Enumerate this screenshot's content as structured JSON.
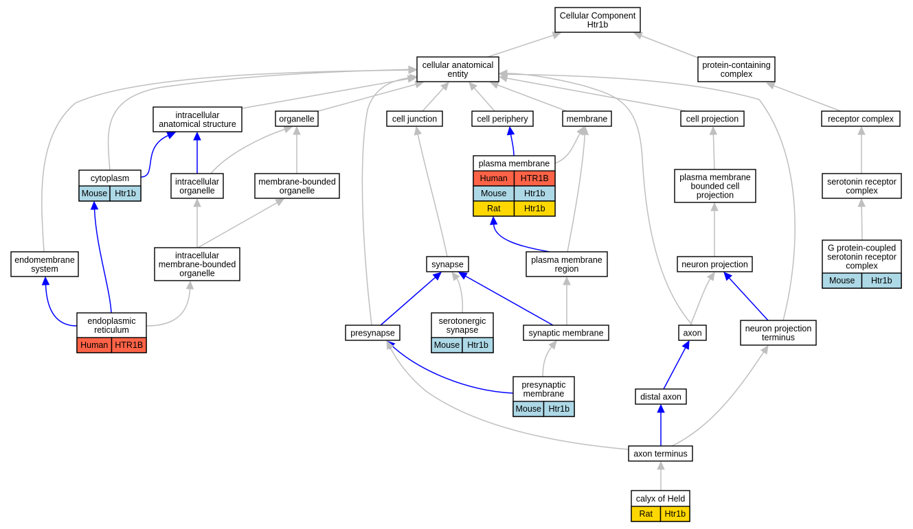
{
  "colors": {
    "edge_default": "#bfbfbf",
    "edge_highlight": "#0000ff",
    "Human": "#ff6347",
    "Mouse": "#add8e6",
    "Rat": "#ffd700"
  },
  "nodes": [
    {
      "id": "cellular_component",
      "lines": [
        "Cellular Component",
        "Htr1b"
      ],
      "rows": []
    },
    {
      "id": "cellular_anatomical_entity",
      "lines": [
        "cellular anatomical",
        "entity"
      ],
      "rows": []
    },
    {
      "id": "protein_containing_complex",
      "lines": [
        "protein-containing",
        "complex"
      ],
      "rows": []
    },
    {
      "id": "intracellular_anatomical_structure",
      "lines": [
        "intracellular",
        "anatomical structure"
      ],
      "rows": []
    },
    {
      "id": "organelle",
      "lines": [
        "organelle"
      ],
      "rows": []
    },
    {
      "id": "cell_junction",
      "lines": [
        "cell junction"
      ],
      "rows": []
    },
    {
      "id": "cell_periphery",
      "lines": [
        "cell periphery"
      ],
      "rows": []
    },
    {
      "id": "membrane",
      "lines": [
        "membrane"
      ],
      "rows": []
    },
    {
      "id": "cell_projection",
      "lines": [
        "cell projection"
      ],
      "rows": []
    },
    {
      "id": "receptor_complex",
      "lines": [
        "receptor complex"
      ],
      "rows": []
    },
    {
      "id": "cytoplasm",
      "lines": [
        "cytoplasm"
      ],
      "rows": [
        {
          "species": "Mouse",
          "gene": "Htr1b"
        }
      ]
    },
    {
      "id": "intracellular_organelle",
      "lines": [
        "intracellular",
        "organelle"
      ],
      "rows": []
    },
    {
      "id": "membrane_bounded_organelle",
      "lines": [
        "membrane-bounded",
        "organelle"
      ],
      "rows": []
    },
    {
      "id": "plasma_membrane",
      "lines": [
        "plasma membrane"
      ],
      "rows": [
        {
          "species": "Human",
          "gene": "HTR1B"
        },
        {
          "species": "Mouse",
          "gene": "Htr1b"
        },
        {
          "species": "Rat",
          "gene": "Htr1b"
        }
      ]
    },
    {
      "id": "plasma_membrane_bounded_cell_projection",
      "lines": [
        "plasma membrane",
        "bounded cell",
        "projection"
      ],
      "rows": []
    },
    {
      "id": "serotonin_receptor_complex",
      "lines": [
        "serotonin receptor",
        "complex"
      ],
      "rows": []
    },
    {
      "id": "endomembrane_system",
      "lines": [
        "endomembrane",
        "system"
      ],
      "rows": []
    },
    {
      "id": "intracellular_membrane_bounded_organelle",
      "lines": [
        "intracellular",
        "membrane-bounded",
        "organelle"
      ],
      "rows": []
    },
    {
      "id": "synapse",
      "lines": [
        "synapse"
      ],
      "rows": []
    },
    {
      "id": "plasma_membrane_region",
      "lines": [
        "plasma membrane",
        "region"
      ],
      "rows": []
    },
    {
      "id": "neuron_projection",
      "lines": [
        "neuron projection"
      ],
      "rows": []
    },
    {
      "id": "g_protein_coupled_serotonin_receptor_complex",
      "lines": [
        "G protein-coupled",
        "serotonin receptor",
        "complex"
      ],
      "rows": [
        {
          "species": "Mouse",
          "gene": "Htr1b"
        }
      ]
    },
    {
      "id": "endoplasmic_reticulum",
      "lines": [
        "endoplasmic",
        "reticulum"
      ],
      "rows": [
        {
          "species": "Human",
          "gene": "HTR1B"
        }
      ]
    },
    {
      "id": "presynapse",
      "lines": [
        "presynapse"
      ],
      "rows": []
    },
    {
      "id": "serotonergic_synapse",
      "lines": [
        "serotonergic",
        "synapse"
      ],
      "rows": [
        {
          "species": "Mouse",
          "gene": "Htr1b"
        }
      ]
    },
    {
      "id": "synaptic_membrane",
      "lines": [
        "synaptic membrane"
      ],
      "rows": []
    },
    {
      "id": "axon",
      "lines": [
        "axon"
      ],
      "rows": []
    },
    {
      "id": "neuron_projection_terminus",
      "lines": [
        "neuron projection",
        "terminus"
      ],
      "rows": []
    },
    {
      "id": "presynaptic_membrane",
      "lines": [
        "presynaptic",
        "membrane"
      ],
      "rows": [
        {
          "species": "Mouse",
          "gene": "Htr1b"
        }
      ]
    },
    {
      "id": "distal_axon",
      "lines": [
        "distal axon"
      ],
      "rows": []
    },
    {
      "id": "axon_terminus",
      "lines": [
        "axon terminus"
      ],
      "rows": []
    },
    {
      "id": "calyx_of_held",
      "lines": [
        "calyx of Held"
      ],
      "rows": [
        {
          "species": "Rat",
          "gene": "Htr1b"
        }
      ]
    }
  ],
  "edges": [
    {
      "from": "cellular_anatomical_entity",
      "to": "cellular_component",
      "color": "gray"
    },
    {
      "from": "protein_containing_complex",
      "to": "cellular_component",
      "color": "gray"
    },
    {
      "from": "receptor_complex",
      "to": "protein_containing_complex",
      "color": "gray"
    },
    {
      "from": "serotonin_receptor_complex",
      "to": "receptor_complex",
      "color": "gray"
    },
    {
      "from": "g_protein_coupled_serotonin_receptor_complex",
      "to": "serotonin_receptor_complex",
      "color": "gray"
    },
    {
      "from": "intracellular_anatomical_structure",
      "to": "cellular_anatomical_entity",
      "color": "gray"
    },
    {
      "from": "organelle",
      "to": "cellular_anatomical_entity",
      "color": "gray"
    },
    {
      "from": "cell_junction",
      "to": "cellular_anatomical_entity",
      "color": "gray"
    },
    {
      "from": "cell_periphery",
      "to": "cellular_anatomical_entity",
      "color": "gray"
    },
    {
      "from": "membrane",
      "to": "cellular_anatomical_entity",
      "color": "gray"
    },
    {
      "from": "cell_projection",
      "to": "cellular_anatomical_entity",
      "color": "gray"
    },
    {
      "from": "cytoplasm",
      "to": "cellular_anatomical_entity",
      "color": "gray"
    },
    {
      "from": "endomembrane_system",
      "to": "cellular_anatomical_entity",
      "color": "gray"
    },
    {
      "from": "presynapse",
      "to": "cellular_anatomical_entity",
      "color": "gray"
    },
    {
      "from": "axon",
      "to": "cellular_anatomical_entity",
      "color": "gray"
    },
    {
      "from": "neuron_projection_terminus",
      "to": "cellular_anatomical_entity",
      "color": "gray"
    },
    {
      "from": "cytoplasm",
      "to": "intracellular_anatomical_structure",
      "color": "blue"
    },
    {
      "from": "intracellular_organelle",
      "to": "intracellular_anatomical_structure",
      "color": "blue"
    },
    {
      "from": "intracellular_organelle",
      "to": "organelle",
      "color": "gray"
    },
    {
      "from": "membrane_bounded_organelle",
      "to": "organelle",
      "color": "gray"
    },
    {
      "from": "plasma_membrane",
      "to": "cell_periphery",
      "color": "blue"
    },
    {
      "from": "plasma_membrane",
      "to": "membrane",
      "color": "gray"
    },
    {
      "from": "plasma_membrane_region",
      "to": "membrane",
      "color": "gray"
    },
    {
      "from": "plasma_membrane_region",
      "to": "plasma_membrane",
      "color": "blue"
    },
    {
      "from": "synapse",
      "to": "cell_junction",
      "color": "gray"
    },
    {
      "from": "plasma_membrane_bounded_cell_projection",
      "to": "cell_projection",
      "color": "gray"
    },
    {
      "from": "neuron_projection",
      "to": "plasma_membrane_bounded_cell_projection",
      "color": "gray"
    },
    {
      "from": "intracellular_membrane_bounded_organelle",
      "to": "intracellular_organelle",
      "color": "gray"
    },
    {
      "from": "intracellular_membrane_bounded_organelle",
      "to": "membrane_bounded_organelle",
      "color": "gray"
    },
    {
      "from": "endoplasmic_reticulum",
      "to": "cytoplasm",
      "color": "blue"
    },
    {
      "from": "endoplasmic_reticulum",
      "to": "endomembrane_system",
      "color": "blue"
    },
    {
      "from": "endoplasmic_reticulum",
      "to": "intracellular_membrane_bounded_organelle",
      "color": "gray"
    },
    {
      "from": "presynapse",
      "to": "synapse",
      "color": "blue"
    },
    {
      "from": "serotonergic_synapse",
      "to": "synapse",
      "color": "gray"
    },
    {
      "from": "synaptic_membrane",
      "to": "synapse",
      "color": "blue"
    },
    {
      "from": "synaptic_membrane",
      "to": "plasma_membrane_region",
      "color": "gray"
    },
    {
      "from": "presynaptic_membrane",
      "to": "synaptic_membrane",
      "color": "gray"
    },
    {
      "from": "presynaptic_membrane",
      "to": "presynapse",
      "color": "blue"
    },
    {
      "from": "axon",
      "to": "neuron_projection",
      "color": "gray"
    },
    {
      "from": "neuron_projection_terminus",
      "to": "neuron_projection",
      "color": "blue"
    },
    {
      "from": "distal_axon",
      "to": "axon",
      "color": "blue"
    },
    {
      "from": "axon_terminus",
      "to": "distal_axon",
      "color": "blue"
    },
    {
      "from": "axon_terminus",
      "to": "presynapse",
      "color": "gray"
    },
    {
      "from": "axon_terminus",
      "to": "neuron_projection_terminus",
      "color": "gray"
    },
    {
      "from": "calyx_of_held",
      "to": "axon_terminus",
      "color": "gray"
    }
  ]
}
